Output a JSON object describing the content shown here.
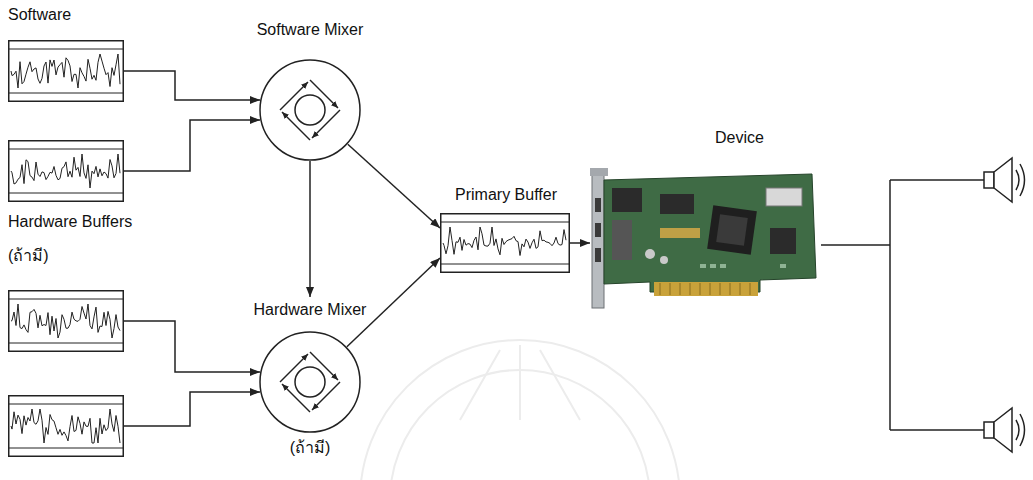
{
  "diagram": {
    "nodes": [
      {
        "text": [
          "Software"
        ]
      },
      {
        "text": [
          "Software Mixer"
        ]
      },
      {
        "text": [
          "Device"
        ]
      },
      {
        "text": [
          "Primary Buffer"
        ]
      },
      {
        "text": [
          "Hardware Buffers",
          "(ถ้ามี)"
        ]
      },
      {
        "text": [
          "Hardware Mixer",
          "(ถ้ามี)"
        ]
      }
    ],
    "edges": [
      {
        "from": 0,
        "to": 1,
        "arrow": "to"
      },
      {
        "from": 4,
        "to": 5,
        "arrow": "to"
      },
      {
        "from": 1,
        "to": 5,
        "arrow": "to"
      },
      {
        "from": 1,
        "to": 3,
        "arrow": "to"
      },
      {
        "from": 5,
        "to": 3,
        "arrow": "to"
      },
      {
        "from": 3,
        "to": 2,
        "arrow": "to"
      }
    ]
  }
}
